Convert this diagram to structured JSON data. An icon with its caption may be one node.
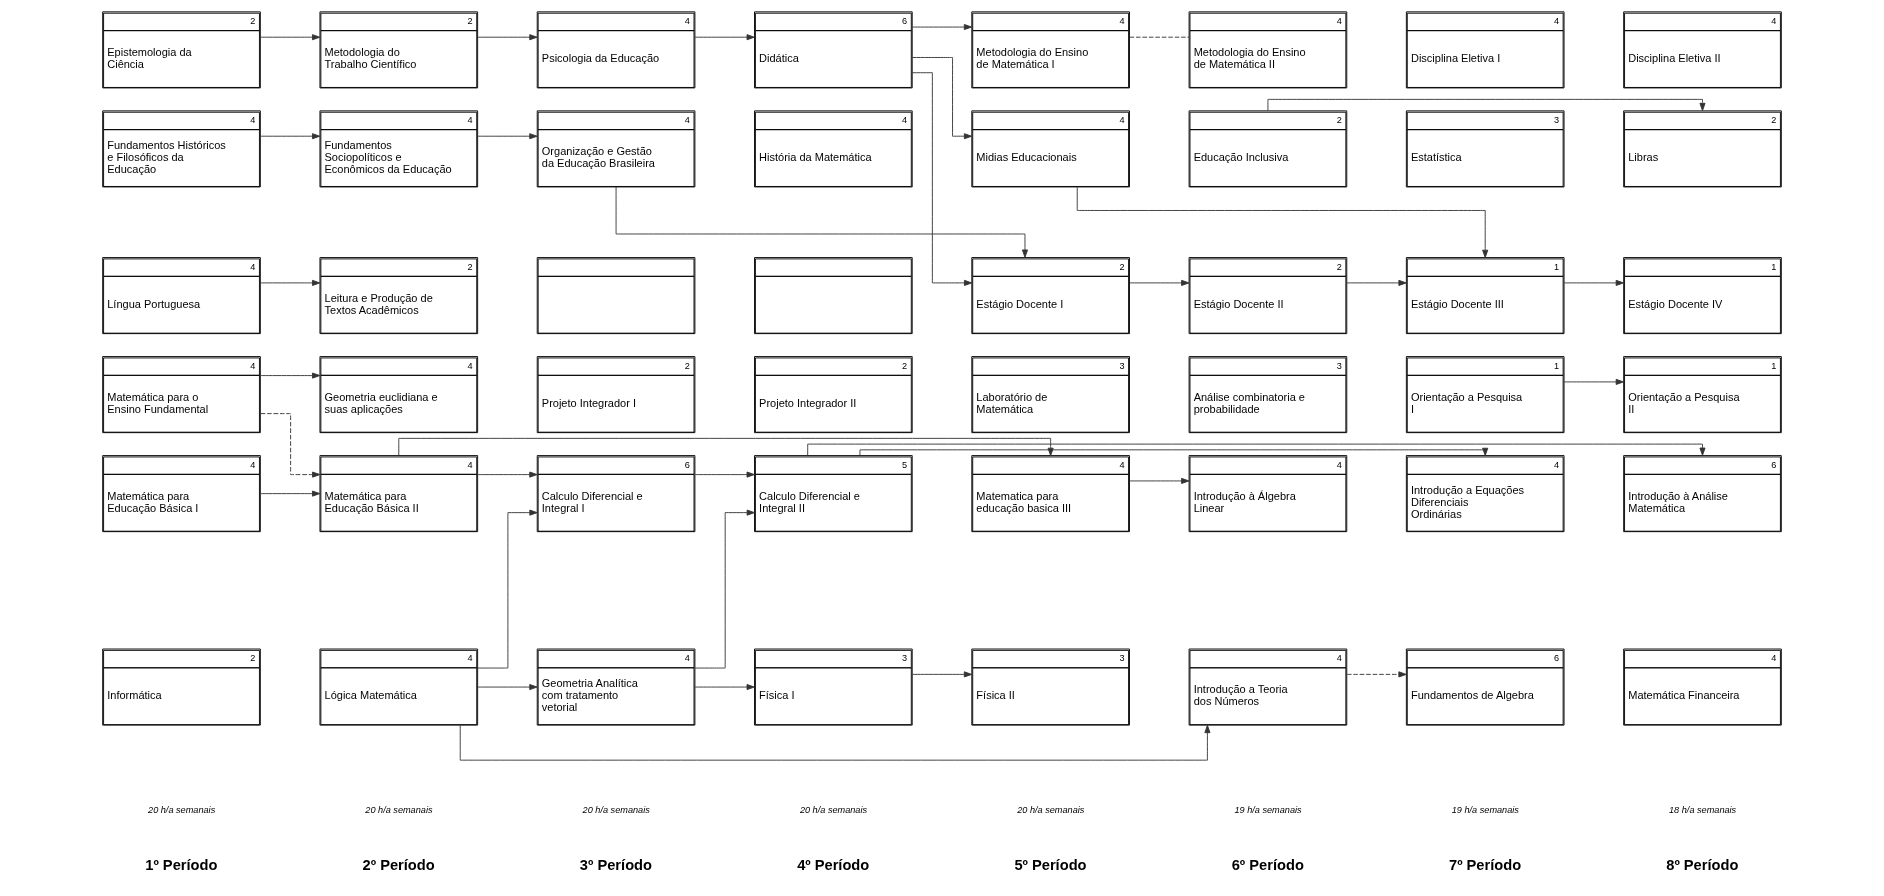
{
  "diagram": {
    "nodes": [
      {
        "text": [
          "4",
          "Matemática para o Ensino Fundamental"
        ]
      },
      {
        "text": [
          "4",
          "Geometria euclidiana e suas aplicações"
        ]
      },
      {
        "text": [
          "2",
          "Projeto Integrador I"
        ]
      },
      {
        "text": [
          "2",
          "Projeto Integrador II"
        ]
      },
      {
        "text": [
          "3",
          "Laboratório de Matemática"
        ]
      },
      {
        "text": [
          "3",
          "Análise combinatoria e probabilidade"
        ]
      },
      {
        "text": [
          "1",
          "Orientação a Pesquisa I"
        ]
      },
      {
        "text": [
          "1",
          "Orientação a Pesquisa II"
        ]
      },
      {
        "text": [
          "4",
          "Matemática para Educação Básica I"
        ]
      },
      {
        "text": [
          "4",
          "Matemática para Educação Básica II"
        ]
      },
      {
        "text": [
          "6",
          "Calculo Diferencial e Integral I"
        ]
      },
      {
        "text": [
          "5",
          "Calculo Diferencial e Integral II"
        ]
      },
      {
        "text": [
          "4",
          "Matematica para educação basica III"
        ]
      },
      {
        "text": [
          "4",
          "Introdução à Álgebra Linear"
        ]
      },
      {
        "text": [
          "4",
          "Introdução a Equações Diferenciais Ordinárias"
        ]
      },
      {
        "text": [
          "6",
          "Introdução à Análise Matemática"
        ]
      },
      {
        "text": [
          "2",
          "Informática"
        ]
      },
      {
        "text": [
          "4",
          "Lógica Matemática"
        ]
      },
      {
        "text": [
          "4",
          "Geometria Analítica com tratamento vetorial"
        ]
      },
      {
        "text": [
          "3",
          "Física I"
        ]
      },
      {
        "text": [
          "3",
          "Física II"
        ]
      },
      {
        "text": [
          "4",
          "Introdução a Teoria dos Números"
        ]
      },
      {
        "text": [
          "6",
          "Fundamentos de Algebra"
        ]
      },
      {
        "text": [
          "4",
          "Matemática Financeira"
        ]
      },
      {
        "text": [
          "2",
          "Epistemologia da Ciência"
        ]
      },
      {
        "text": [
          "2",
          "Metodologia do Trabalho Científico"
        ]
      },
      {
        "text": [
          "4",
          "Psicologia da Educação"
        ]
      },
      {
        "text": [
          "6",
          "Didática"
        ]
      },
      {
        "text": [
          "4",
          "Metodologia do Ensino de Matemática I"
        ]
      },
      {
        "text": [
          "4",
          "Metodologia do Ensino de Matemática II"
        ]
      },
      {
        "text": [
          "4",
          "Disciplina Eletiva I"
        ]
      },
      {
        "text": [
          "4",
          "Disciplina Eletiva II"
        ]
      },
      {
        "text": [
          "4",
          "Fundamentos Históricos e Filosóficos da Educação"
        ]
      },
      {
        "text": [
          "4",
          "Fundamentos Sociopolíticos e Econômicos da Educação"
        ]
      },
      {
        "text": [
          "4",
          "Organização e Gestão da Educação Brasileira"
        ]
      },
      {
        "text": [
          "4",
          "História da Matemática"
        ]
      },
      {
        "text": [
          "4",
          "Midias Educacionais"
        ]
      },
      {
        "text": [
          "2",
          "Educação Inclusiva"
        ]
      },
      {
        "text": [
          "3",
          "Estatística"
        ]
      },
      {
        "text": [
          "2",
          "Libras"
        ]
      },
      {
        "text": [
          "4",
          "Língua Portuguesa"
        ]
      },
      {
        "text": [
          "2",
          "Leitura e Produção de Textos Acadêmicos"
        ]
      },
      {
        "text": [],
        "shape": "box"
      },
      {
        "text": [],
        "shape": "box"
      },
      {
        "text": [
          "2",
          "Estágio Docente I"
        ]
      },
      {
        "text": [
          "2",
          "Estágio Docente II"
        ]
      },
      {
        "text": [
          "1",
          "Estágio Docente III"
        ]
      },
      {
        "text": [
          "1",
          "Estágio Docente IV"
        ]
      }
    ],
    "edges": [
      {
        "from": 0,
        "to": 1,
        "arrow": "to"
      },
      {
        "from": 0,
        "to": 9,
        "arrow": "to",
        "style": "dashed"
      },
      {
        "from": 6,
        "to": 7,
        "arrow": "to"
      },
      {
        "from": 8,
        "to": 9,
        "arrow": "to"
      },
      {
        "from": 9,
        "to": 10,
        "arrow": "to"
      },
      {
        "from": 9,
        "to": 12,
        "arrow": "to"
      },
      {
        "from": 10,
        "to": 11,
        "arrow": "to"
      },
      {
        "from": 11,
        "to": 14,
        "arrow": "to"
      },
      {
        "from": 11,
        "to": 15,
        "arrow": "to"
      },
      {
        "from": 12,
        "to": 13,
        "arrow": "to"
      },
      {
        "from": 17,
        "to": 10,
        "arrow": "to"
      },
      {
        "from": 17,
        "to": 18,
        "arrow": "to"
      },
      {
        "from": 17,
        "to": 21,
        "arrow": "to"
      },
      {
        "from": 18,
        "to": 11,
        "arrow": "to"
      },
      {
        "from": 18,
        "to": 19,
        "arrow": "to"
      },
      {
        "from": 19,
        "to": 20,
        "arrow": "to"
      },
      {
        "from": 21,
        "to": 22,
        "arrow": "to",
        "style": "dashed"
      },
      {
        "from": 24,
        "to": 25,
        "arrow": "to"
      },
      {
        "from": 25,
        "to": 26,
        "arrow": "to"
      },
      {
        "from": 26,
        "to": 27,
        "arrow": "to"
      },
      {
        "from": 27,
        "to": 28,
        "arrow": "to"
      },
      {
        "from": 27,
        "to": 36,
        "arrow": "to"
      },
      {
        "from": 27,
        "to": 44,
        "arrow": "to"
      },
      {
        "from": 28,
        "to": 29,
        "arrow": "none",
        "style": "dashed"
      },
      {
        "from": 32,
        "to": 33,
        "arrow": "to"
      },
      {
        "from": 33,
        "to": 34,
        "arrow": "to"
      },
      {
        "from": 34,
        "to": 44,
        "arrow": "to"
      },
      {
        "from": 36,
        "to": 46,
        "arrow": "to"
      },
      {
        "from": 37,
        "to": 39,
        "arrow": "to"
      },
      {
        "from": 40,
        "to": 41,
        "arrow": "to"
      },
      {
        "from": 44,
        "to": 45,
        "arrow": "to"
      },
      {
        "from": 45,
        "to": 46,
        "arrow": "to"
      },
      {
        "from": 46,
        "to": 47,
        "arrow": "to"
      }
    ],
    "labels": [
      "1º Período",
      "20 h/a semanais",
      "2º Período",
      "20 h/a semanais",
      "3º Período",
      "20 h/a semanais",
      "4º Período",
      "20 h/a semanais",
      "5º Período",
      "20 h/a semanais",
      "6º Período",
      "19 h/a semanais",
      "7º Período",
      "19 h/a semanais",
      "8º Período",
      "18 h/a semanais"
    ]
  }
}
